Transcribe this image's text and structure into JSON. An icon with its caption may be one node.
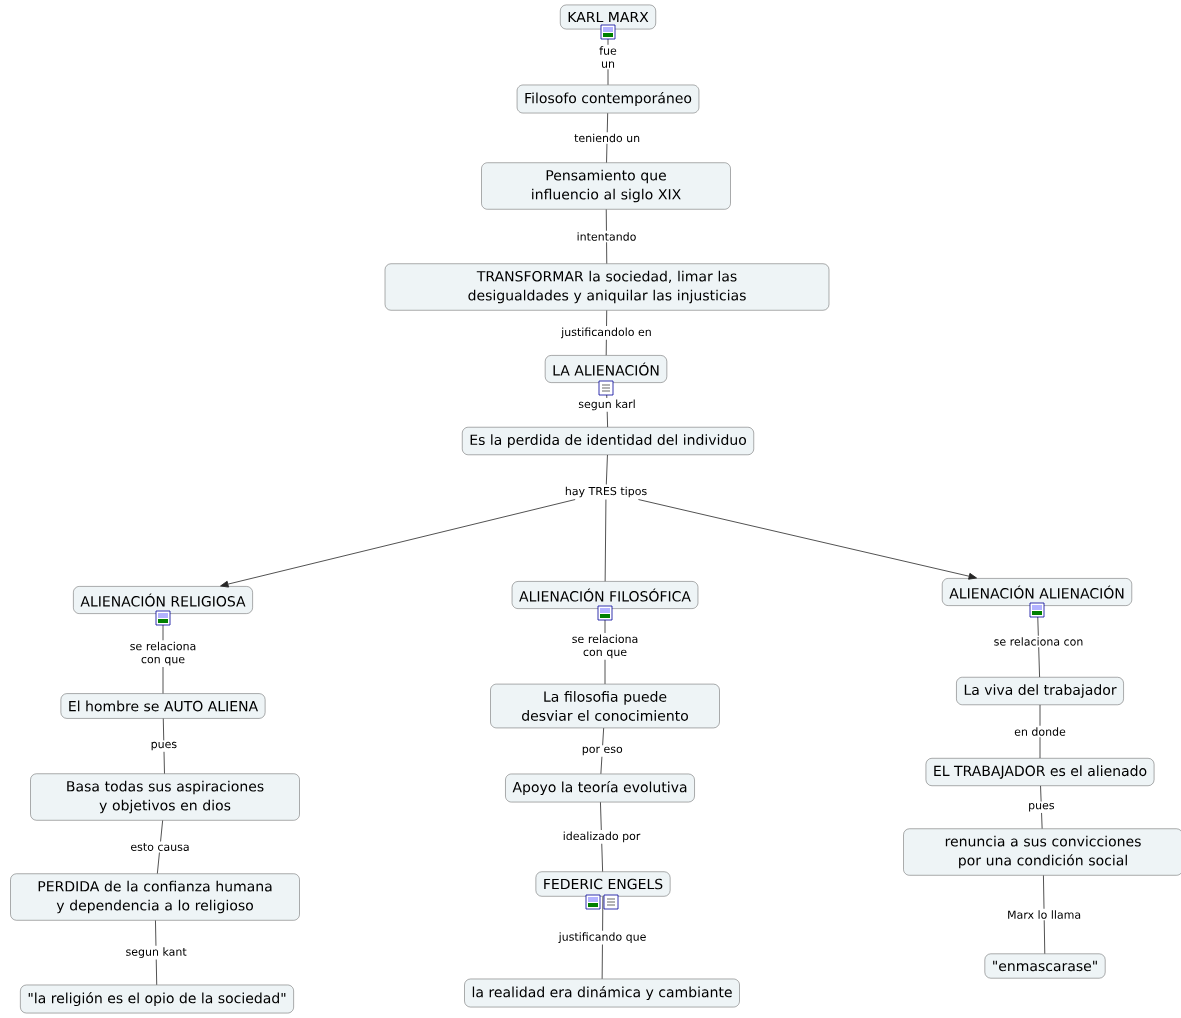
{
  "diagram": {
    "nodes": [
      {
        "text": [
          "KARL MARX"
        ]
      },
      {
        "text": [
          "Filosofo contemporáneo"
        ]
      },
      {
        "text": [
          "Pensamiento que influencio al siglo XIX"
        ]
      },
      {
        "text": [
          "TRANSFORMAR la sociedad, limar las desigualdades y aniquilar las injusticias"
        ]
      },
      {
        "text": [
          "LA ALIENACIÓN"
        ]
      },
      {
        "text": [
          "Es la perdida de identidad del individuo"
        ]
      },
      {
        "text": [
          "hay TRES tipos"
        ]
      },
      {
        "text": [
          "ALIENACIÓN RELIGIOSA"
        ]
      },
      {
        "text": [
          "ALIENACIÓN FILOSÓFICA"
        ]
      },
      {
        "text": [
          "ALIENACIÓN ALIENACIÓN"
        ]
      },
      {
        "text": [
          "El hombre se AUTO ALIENA"
        ]
      },
      {
        "text": [
          "Basa todas sus aspiraciones y objetivos en dios"
        ]
      },
      {
        "text": [
          "PERDIDA de la confianza humana y dependencia a lo religioso"
        ]
      },
      {
        "text": [
          "\"la religión es el opio de la sociedad\""
        ]
      },
      {
        "text": [
          "La filosofia puede desviar el conocimiento"
        ]
      },
      {
        "text": [
          "Apoyo la teoría evolutiva"
        ]
      },
      {
        "text": [
          "FEDERIC ENGELS"
        ]
      },
      {
        "text": [
          "la realidad era dinámica y cambiante"
        ]
      },
      {
        "text": [
          "La viva del trabajador"
        ]
      },
      {
        "text": [
          "EL TRABAJADOR es el alienado"
        ]
      },
      {
        "text": [
          "renuncia a sus convicciones por una condición social"
        ]
      },
      {
        "text": [
          "\"enmascarase\""
        ]
      }
    ],
    "edges": [
      {
        "from": 0,
        "to": 1,
        "arrow": "none",
        "label": "fue un"
      },
      {
        "from": 1,
        "to": 2,
        "arrow": "none",
        "label": "teniendo un"
      },
      {
        "from": 2,
        "to": 3,
        "arrow": "none",
        "label": "intentando"
      },
      {
        "from": 3,
        "to": 4,
        "arrow": "none",
        "label": "justificandolo en"
      },
      {
        "from": 4,
        "to": 5,
        "arrow": "none",
        "label": "segun karl"
      },
      {
        "from": 5,
        "to": 6,
        "arrow": "none"
      },
      {
        "from": 6,
        "to": 7,
        "arrow": "to"
      },
      {
        "from": 6,
        "to": 8,
        "arrow": "none"
      },
      {
        "from": 6,
        "to": 9,
        "arrow": "to"
      },
      {
        "from": 7,
        "to": 10,
        "arrow": "none",
        "label": "se relaciona con que"
      },
      {
        "from": 10,
        "to": 11,
        "arrow": "none",
        "label": "pues"
      },
      {
        "from": 11,
        "to": 12,
        "arrow": "none",
        "label": "esto causa"
      },
      {
        "from": 12,
        "to": 13,
        "arrow": "none",
        "label": "segun kant"
      },
      {
        "from": 8,
        "to": 14,
        "arrow": "none",
        "label": "se relaciona con que"
      },
      {
        "from": 14,
        "to": 15,
        "arrow": "none",
        "label": "por eso"
      },
      {
        "from": 15,
        "to": 16,
        "arrow": "none",
        "label": "idealizado por"
      },
      {
        "from": 16,
        "to": 17,
        "arrow": "none",
        "label": "justificando que"
      },
      {
        "from": 9,
        "to": 18,
        "arrow": "none",
        "label": "se relaciona con"
      },
      {
        "from": 18,
        "to": 19,
        "arrow": "none",
        "label": "en donde"
      },
      {
        "from": 19,
        "to": 20,
        "arrow": "none",
        "label": "pues"
      },
      {
        "from": 20,
        "to": 21,
        "arrow": "none",
        "label": "Marx lo llama"
      }
    ]
  }
}
